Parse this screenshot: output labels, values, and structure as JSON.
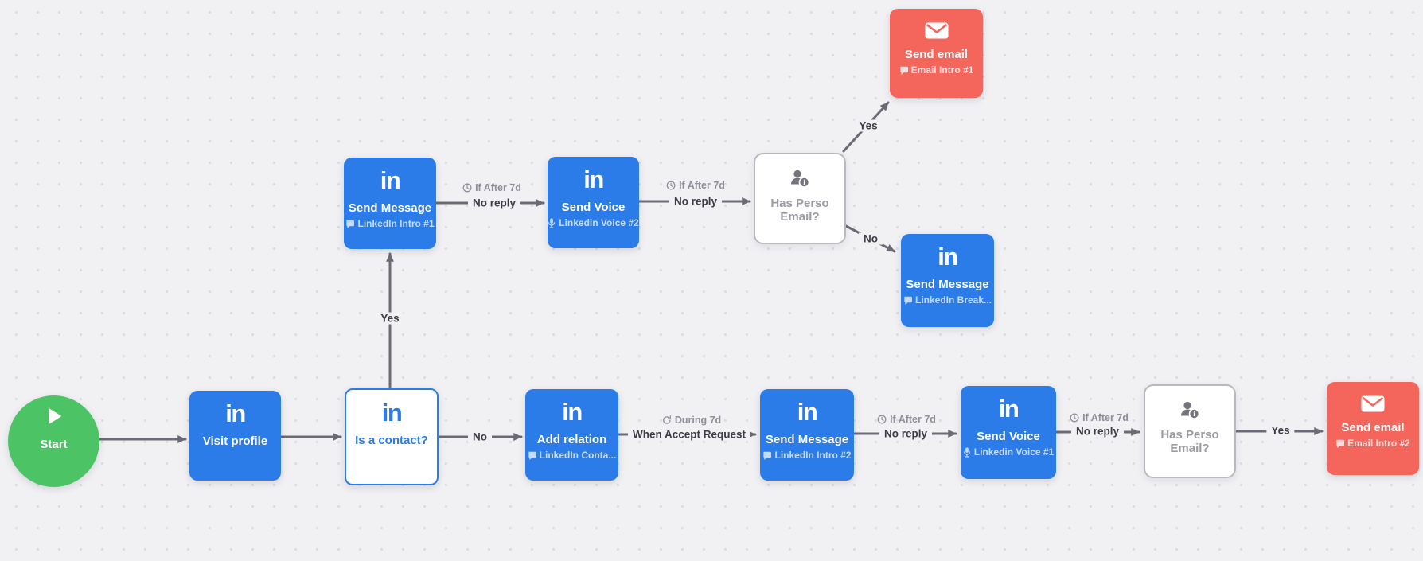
{
  "canvas": {
    "background": "#f1f1f4",
    "dot_color": "#dcdde1"
  },
  "colors": {
    "linkedin_blue": "#2b7ce9",
    "email_red": "#f4655c",
    "start_green": "#4cc365",
    "edge_gray": "#6b6b75"
  },
  "linkedin_logo": "in",
  "nodes": {
    "start": {
      "title": "Start",
      "icon": "play-icon"
    },
    "visit_profile": {
      "title": "Visit profile",
      "icon": "linkedin-icon"
    },
    "is_contact": {
      "title": "Is a contact?",
      "icon": "linkedin-icon"
    },
    "send_message_1": {
      "title": "Send Message",
      "subtitle": "LinkedIn Intro #1",
      "icon": "linkedin-icon",
      "subtitle_icon": "message-template-icon"
    },
    "send_voice_2": {
      "title": "Send Voice",
      "subtitle": "Linkedin Voice #2",
      "icon": "linkedin-icon",
      "subtitle_icon": "microphone-icon"
    },
    "has_email_top": {
      "title": "Has Perso Email?",
      "icon": "person-info-icon"
    },
    "send_email_1": {
      "title": "Send email",
      "subtitle": "Email Intro #1",
      "icon": "envelope-icon",
      "subtitle_icon": "message-template-icon"
    },
    "send_message_break": {
      "title": "Send Message",
      "subtitle": "LinkedIn Break...",
      "icon": "linkedin-icon",
      "subtitle_icon": "message-template-icon"
    },
    "add_relation": {
      "title": "Add relation",
      "subtitle": "LinkedIn Conta...",
      "icon": "linkedin-icon",
      "subtitle_icon": "message-template-icon"
    },
    "send_message_2": {
      "title": "Send Message",
      "subtitle": "LinkedIn Intro #2",
      "icon": "linkedin-icon",
      "subtitle_icon": "message-template-icon"
    },
    "send_voice_1": {
      "title": "Send Voice",
      "subtitle": "Linkedin Voice #1",
      "icon": "linkedin-icon",
      "subtitle_icon": "microphone-icon"
    },
    "has_email_bottom": {
      "title": "Has Perso Email?",
      "icon": "person-info-icon"
    },
    "send_email_2": {
      "title": "Send email",
      "subtitle": "Email Intro #2",
      "icon": "envelope-icon",
      "subtitle_icon": "message-template-icon"
    }
  },
  "edges": {
    "contact_yes": {
      "label": "Yes"
    },
    "contact_no": {
      "label": "No"
    },
    "sm1_sv2": {
      "condition": "If After 7d",
      "event": "No reply",
      "condition_icon": "clock-icon"
    },
    "sv2_he": {
      "condition": "If After 7d",
      "event": "No reply",
      "condition_icon": "clock-icon"
    },
    "he_yes": {
      "label": "Yes"
    },
    "he_no": {
      "label": "No"
    },
    "add_sm2": {
      "condition": "During 7d",
      "event": "When Accept Request",
      "condition_icon": "refresh-icon"
    },
    "sm2_sv1": {
      "condition": "If After 7d",
      "event": "No reply",
      "condition_icon": "clock-icon"
    },
    "sv1_heb": {
      "condition": "If After 7d",
      "event": "No reply",
      "condition_icon": "clock-icon"
    },
    "heb_yes": {
      "label": "Yes"
    }
  }
}
